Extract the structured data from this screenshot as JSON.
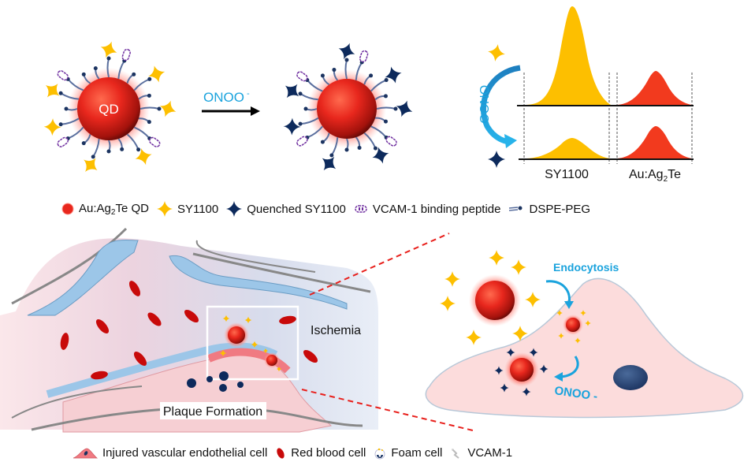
{
  "top_panel": {
    "qd_label": "QD",
    "reaction_arrow_label": "ONOO",
    "reaction_arrow_sup": "-",
    "spectra": {
      "rotated_label": "ONOO",
      "rotated_sup": "-",
      "x_labels": {
        "sy1100": "SY1100",
        "auag2te_pre": "Au:Ag",
        "auag2te_sub": "2",
        "auag2te_post": "Te"
      }
    }
  },
  "legend_top": [
    {
      "icon": "qd-sphere-icon",
      "label_pre": "Au:Ag",
      "label_sub": "2",
      "label_post": "Te QD"
    },
    {
      "icon": "sy1100-star-icon",
      "label_pre": "SY1100",
      "label_sub": "",
      "label_post": ""
    },
    {
      "icon": "quenched-star-icon",
      "label_pre": "Quenched SY1100",
      "label_sub": "",
      "label_post": ""
    },
    {
      "icon": "peptide-icon",
      "label_pre": "VCAM-1 binding peptide",
      "label_sub": "",
      "label_post": ""
    },
    {
      "icon": "dspe-peg-icon",
      "label_pre": "DSPE-PEG",
      "label_sub": "",
      "label_post": ""
    }
  ],
  "bottom_left": {
    "ischemia_label": "Ischemia",
    "plaque_label": "Plaque Formation"
  },
  "bottom_right": {
    "endocytosis_label": "Endocytosis",
    "onoo_label": "ONOO -"
  },
  "legend_bottom": [
    {
      "icon": "endothelial-cell-icon",
      "label": "Injured vascular endothelial cell"
    },
    {
      "icon": "red-blood-cell-icon",
      "label": "Red blood cell"
    },
    {
      "icon": "foam-cell-icon",
      "label": "Foam cell"
    },
    {
      "icon": "vcam1-icon",
      "label": "VCAM-1"
    }
  ],
  "colors": {
    "qd_red": "#e8271d",
    "sy1100_yellow": "#fdbf00",
    "quenched_navy": "#0d2a5c",
    "peptide_purple": "#7030a0",
    "peg_blue": "#5a6f9e",
    "onoo_cyan": "#1aa3dd",
    "spectrum_red": "#f23a1e",
    "cell_pink": "#fcdcdc",
    "rbc_red": "#c80a0a",
    "endothelial_blue": "#9cc6e8",
    "zoom_dash_red": "#e8201c"
  }
}
